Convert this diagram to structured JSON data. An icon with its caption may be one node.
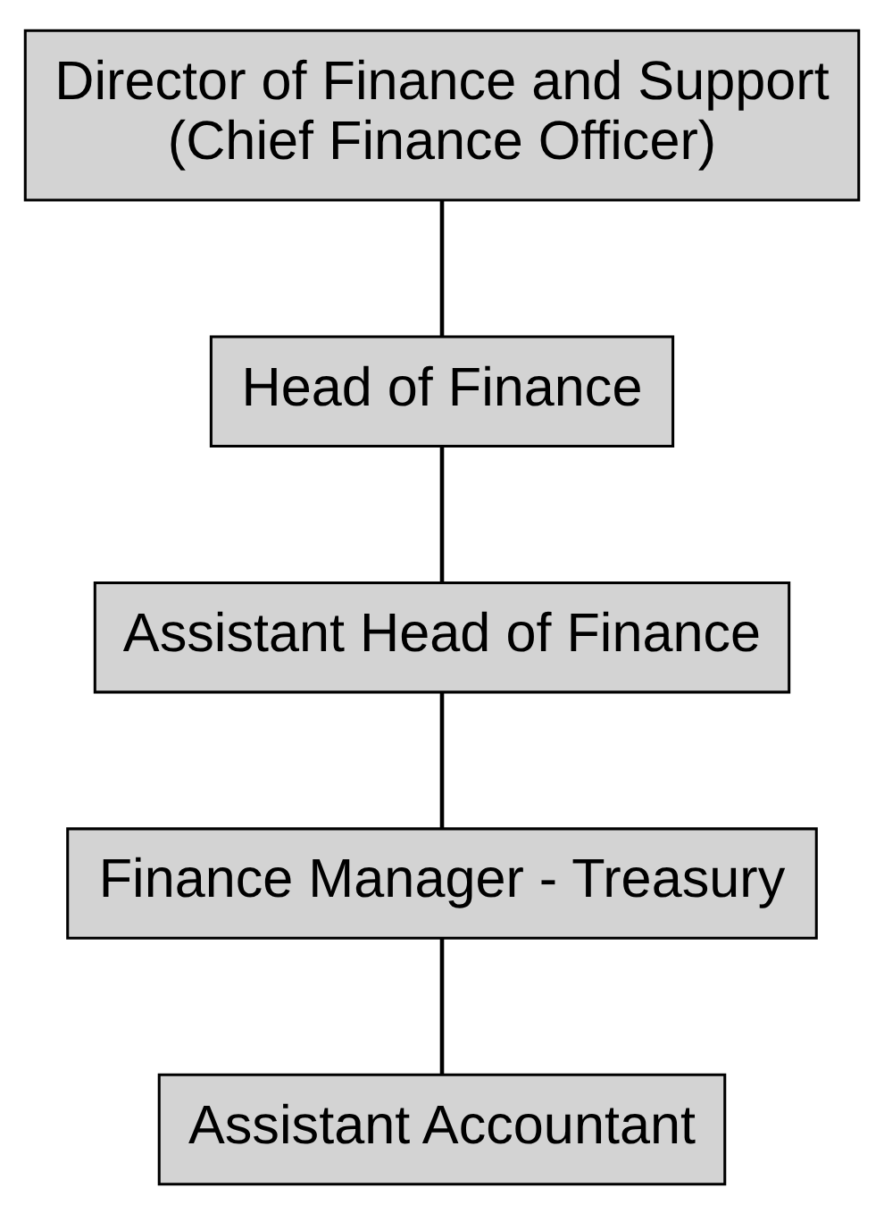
{
  "diagram": {
    "nodes": [
      {
        "text": [
          "Director of Finance and Support",
          "(Chief Finance Officer)"
        ]
      },
      {
        "text": [
          "Head of Finance"
        ]
      },
      {
        "text": [
          "Assistant Head of Finance"
        ]
      },
      {
        "text": [
          "Finance Manager - Treasury"
        ]
      },
      {
        "text": [
          "Assistant Accountant"
        ]
      }
    ],
    "edges": [
      {
        "from": 0,
        "to": 1,
        "arrow": "none"
      },
      {
        "from": 1,
        "to": 2,
        "arrow": "none"
      },
      {
        "from": 2,
        "to": 3,
        "arrow": "none"
      },
      {
        "from": 3,
        "to": 4,
        "arrow": "none"
      }
    ]
  }
}
